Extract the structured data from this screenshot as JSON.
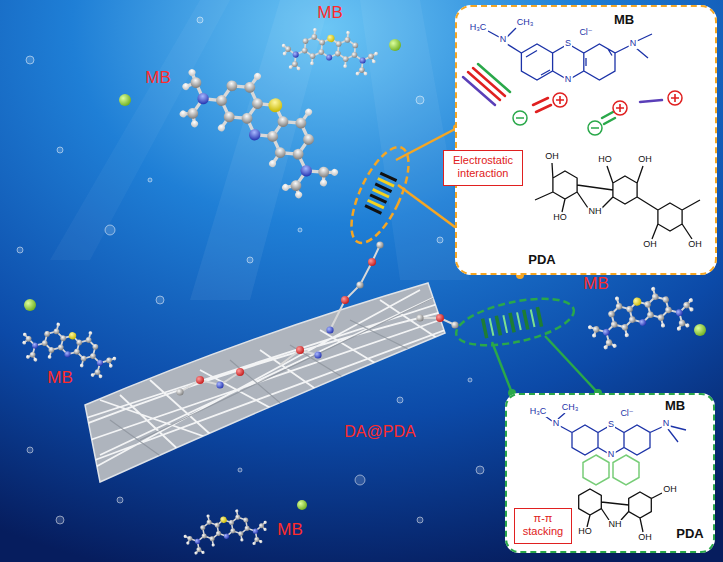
{
  "diagram": {
    "nodes": [
      {
        "text": [
          "MB",
          "PDA"
        ]
      },
      {
        "text": [
          "Electrostatic interaction"
        ],
        "in": 0
      },
      {
        "text": [
          "MB",
          "PDA"
        ]
      },
      {
        "text": [
          "π-π stacking"
        ],
        "in": 2
      }
    ],
    "labels": [
      "MB",
      "MB",
      "MB",
      "MB",
      "DA@PDA",
      "MB",
      "H₃C",
      "N",
      "CH₃",
      "S",
      "Cl⁻",
      "N",
      "N",
      "OH",
      "HO",
      "OH",
      "NH",
      "HO",
      "OH",
      "OH",
      "H₃C",
      "N",
      "CH₃",
      "S",
      "Cl⁻",
      "N",
      "N",
      "OH",
      "NH",
      "HO",
      "OH"
    ]
  }
}
